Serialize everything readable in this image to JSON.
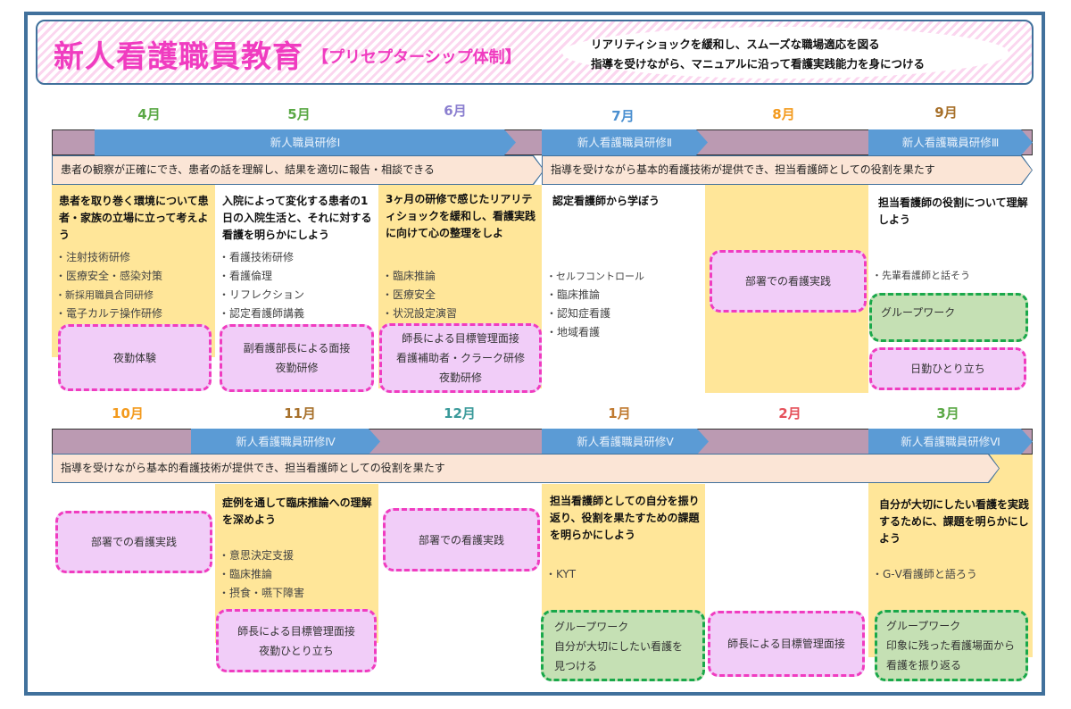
{
  "header": {
    "title": "新人看護職員教育",
    "subtitle": "【プリセプターシップ体制】",
    "goals": [
      "リアリティショックを緩和し、スムーズな職場適応を図る",
      "指導を受けながら、マニュアルに沿って看護実践能力を身につける"
    ]
  },
  "months": [
    "4月",
    "5月",
    "6月",
    "7月",
    "8月",
    "9月",
    "10月",
    "11月",
    "12月",
    "1月",
    "2月",
    "3月"
  ],
  "month_colors": [
    "#5aa845",
    "#5aa845",
    "#8b7fd0",
    "#4a8fd0",
    "#f39a1d",
    "#a7702a",
    "#f39a1d",
    "#a7702a",
    "#3a9a9a",
    "#c07a30",
    "#e5505a",
    "#5aa845"
  ],
  "trainings": [
    "新人職員研修Ⅰ",
    "新人看護職員研修Ⅱ",
    "新人看護職員研修Ⅲ",
    "新人看護職員研修Ⅳ",
    "新人看護職員研修Ⅴ",
    "新人看護職員研修Ⅵ"
  ],
  "objectives": [
    "患者の観察が正確にでき、患者の話を理解し、結果を適切に報告・相談できる",
    "指導を受けながら基本的看護技術が提供でき、担当看護師としての役割を果たす",
    "指導を受けながら基本的看護技術が提供でき、担当看護師としての役割を果たす"
  ],
  "row1": {
    "apr": {
      "title": "患者を取り巻く環境について患者・家族の立場に立って考えよう",
      "items": [
        "・注射技術研修",
        "・医療安全・感染対策",
        "・新採用職員合同研修",
        "・電子カルテ操作研修"
      ],
      "box": [
        "夜勤体験"
      ]
    },
    "may": {
      "title": "入院によって変化する患者の1日の入院生活と、それに対する看護を明らかにしよう",
      "items": [
        "・看護技術研修",
        "・看護倫理",
        "・リフレクション",
        "・認定看護師講義"
      ],
      "box": [
        "副看護部長による面接",
        "夜勤研修"
      ]
    },
    "jun": {
      "title": "3ヶ月の研修で感じたリアリティショックを緩和し、看護実践に向けて心の整理をしよ",
      "items": [
        "・臨床推論",
        "・医療安全",
        "・状況設定演習"
      ],
      "box": [
        "師長による目標管理面接",
        "看護補助者・クラーク研修",
        "夜勤研修"
      ]
    },
    "jul": {
      "title": "認定看護師から学ぼう",
      "items": [
        "・セルフコントロール",
        "・臨床推論",
        "・認知症看護",
        "・地域看護"
      ]
    },
    "aug": {
      "box": [
        "部署での看護実践"
      ]
    },
    "sep": {
      "title": "担当看護師の役割について理解しよう",
      "items": [
        "・先輩看護師と話そう"
      ],
      "green": [
        "グループワーク"
      ],
      "box": [
        "日勤ひとり立ち"
      ]
    }
  },
  "row2": {
    "oct": {
      "box": [
        "部署での看護実践"
      ]
    },
    "nov": {
      "title": "症例を通して臨床推論への理解を深めよう",
      "items": [
        "・意思決定支援",
        "・臨床推論",
        "・摂食・嚥下障害"
      ],
      "box": [
        "師長による目標管理面接",
        "夜勤ひとり立ち"
      ]
    },
    "dec": {
      "box": [
        "部署での看護実践"
      ]
    },
    "jan": {
      "title": "担当看護師としての自分を振り返り、役割を果たすための課題を明らかにしよう",
      "items": [
        "・KYT"
      ],
      "green": [
        "グループワーク",
        "自分が大切にしたい看護を",
        "見つける"
      ]
    },
    "feb": {
      "box": [
        "師長による目標管理面接"
      ]
    },
    "mar": {
      "title": "自分が大切にしたい看護を実践するために、課題を明らかにしよう",
      "items": [
        "・G-Ⅴ看護師と語ろう"
      ],
      "green": [
        "グループワーク",
        "印象に残った看護場面から",
        "看護を振り返る"
      ]
    }
  }
}
